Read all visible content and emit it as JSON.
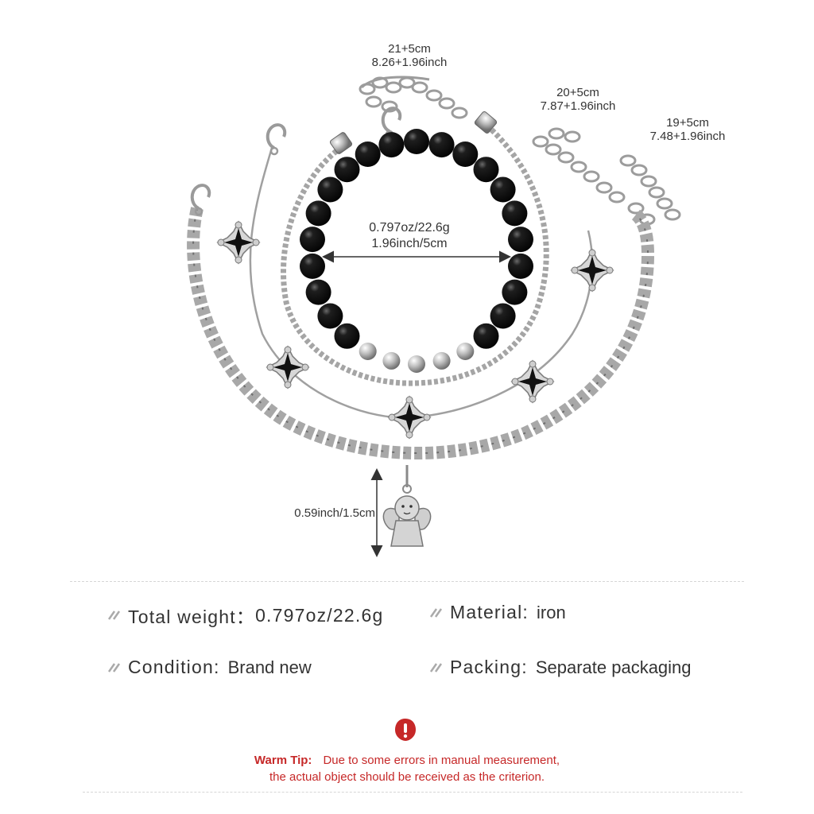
{
  "dimensions": {
    "bracelet_1": {
      "length_cm": "21+5cm",
      "length_inch": "8.26+1.96inch"
    },
    "bracelet_2": {
      "length_cm": "20+5cm",
      "length_inch": "7.87+1.96inch"
    },
    "bracelet_3": {
      "length_cm": "19+5cm",
      "length_inch": "7.48+1.96inch"
    },
    "bead_bracelet": {
      "weight": "0.797oz/22.6g",
      "diameter": "1.96inch/5cm"
    },
    "pendant": {
      "height": "0.59inch/1.5cm"
    }
  },
  "specs": {
    "total_weight": {
      "key": "Total weight：",
      "value": "0.797oz/22.6g"
    },
    "material": {
      "key": "Material:",
      "value": "iron"
    },
    "condition": {
      "key": "Condition:",
      "value": "Brand new"
    },
    "packing": {
      "key": "Packing:",
      "value": "Separate packaging"
    }
  },
  "warm_tip": {
    "title": "Warm Tip:",
    "line1": "Due to some errors in manual measurement,",
    "line2": "the actual object should be received as the criterion."
  },
  "colors": {
    "text": "#333333",
    "accent_red": "#c62828",
    "silver": "#b9b9b9",
    "bead_black": "#111111"
  },
  "icons": [
    "bullet-icon",
    "warning-icon",
    "cross-charm-icon",
    "angel-pendant-icon",
    "lobster-clasp-icon"
  ]
}
